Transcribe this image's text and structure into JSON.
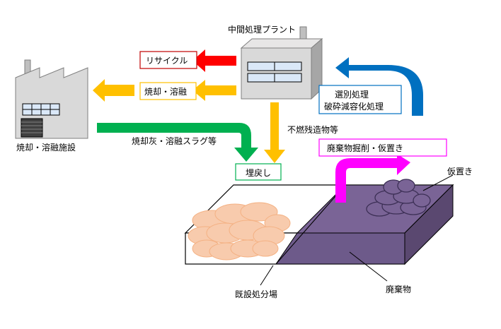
{
  "labels": {
    "plant": "中間処理プラント",
    "facility": "焼却・溶融施設",
    "recycle": "リサイクル",
    "incineration": "焼却・溶融",
    "sorting_line1": "選別処理",
    "sorting_line2": "破砕減容化処理",
    "ash": "焼却灰・溶融スラグ等",
    "noncombustible": "不燃残造物等",
    "excavation": "廃棄物掘削・仮置き",
    "backfill": "埋戻し",
    "temporary": "仮置き",
    "landfill": "既設処分場",
    "waste": "廃棄物"
  },
  "colors": {
    "red_arrow": "#ff0000",
    "yellow_arrow": "#ffc000",
    "green_arrow": "#00b050",
    "blue_arrow": "#0070c0",
    "magenta_arrow": "#ff00ff",
    "waste_fill": "#7a6496",
    "building_fill": "#d9d9d9",
    "window_fill": "#dae8f8",
    "blob_fill": "#f8cbad"
  },
  "icons": {
    "plant": "factory-icon",
    "facility": "factory-icon",
    "waste_pile": "waste-pile-icon",
    "soil_blob": "existing-waste-mound-icon"
  }
}
